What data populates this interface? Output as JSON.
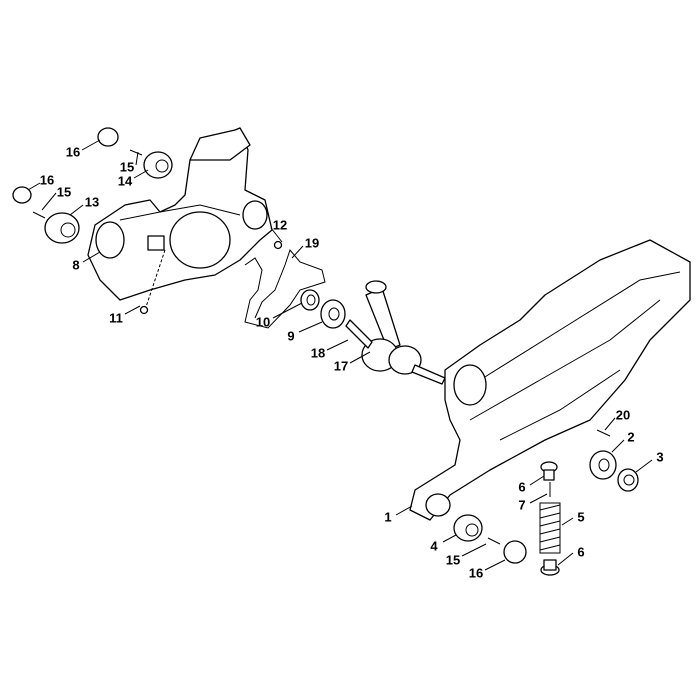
{
  "diagram": {
    "labels": [
      "16",
      "15",
      "14",
      "16",
      "15",
      "13",
      "8",
      "11",
      "12",
      "19",
      "10",
      "9",
      "18",
      "17",
      "20",
      "2",
      "3",
      "6",
      "7",
      "1",
      "5",
      "4",
      "15",
      "16",
      "6"
    ]
  }
}
